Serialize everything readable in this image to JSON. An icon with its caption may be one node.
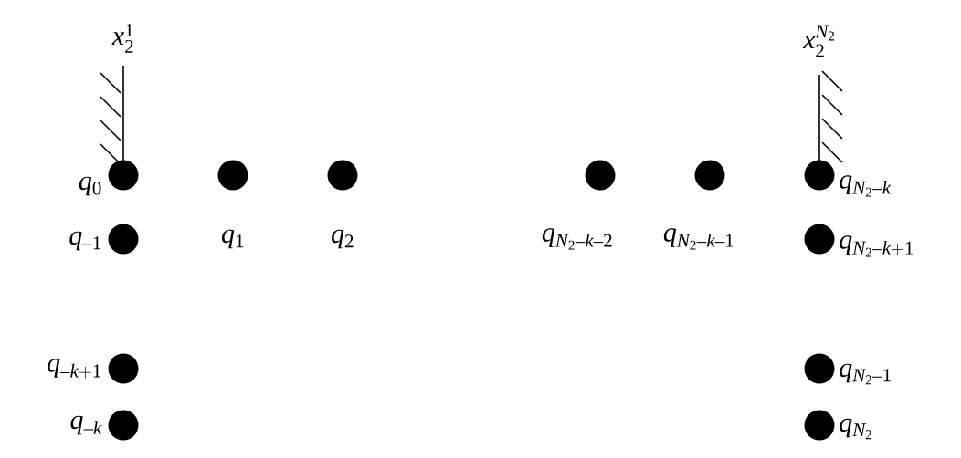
{
  "diagram": {
    "nodes": [
      {
        "text": [],
        "shape": "circle",
        "beside": [
          "q_{0}"
        ]
      },
      {
        "text": [],
        "shape": "circle"
      },
      {
        "text": [],
        "shape": "circle"
      },
      {
        "text": [],
        "shape": "circle"
      },
      {
        "text": [],
        "shape": "circle"
      },
      {
        "text": [],
        "shape": "circle",
        "beside": [
          "q_{N_2\\text{–}k}"
        ]
      },
      {
        "text": [],
        "shape": "circle",
        "beside": [
          "q_{\\text{–}1}"
        ]
      },
      {
        "text": [],
        "shape": "circle",
        "beside": [
          "q_{N_2\\text{–}k+1}"
        ]
      },
      {
        "text": [],
        "shape": "circle",
        "beside": [
          "q_{\\text{–}k+1}"
        ]
      },
      {
        "text": [],
        "shape": "circle",
        "beside": [
          "q_{N_2\\text{–}1}"
        ]
      },
      {
        "text": [],
        "shape": "circle",
        "beside": [
          "q_{\\text{–}k}"
        ]
      },
      {
        "text": [],
        "shape": "circle",
        "beside": [
          "q_{N_2}"
        ]
      }
    ],
    "labels": [
      "x_2^{1}",
      "x_2^{N_2}",
      "q_{1}",
      "q_{2}",
      "q_{N_2\\text{–}k\\text{–}2}",
      "q_{N_2\\text{–}k\\text{–}1}"
    ]
  }
}
